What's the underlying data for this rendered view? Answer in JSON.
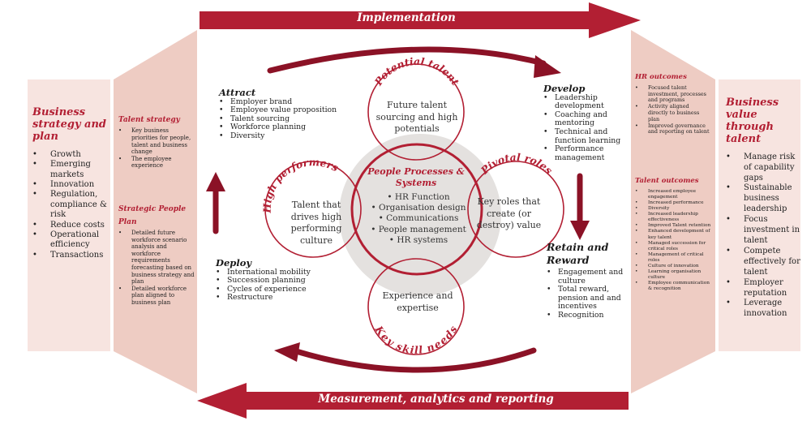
{
  "colors": {
    "brand_red": "#b21f33",
    "dark_red": "#8b1226",
    "panel_light": "#f7e4e0",
    "panel_mid": "#eeccc3",
    "center_grey": "#e4e1df"
  },
  "arrows": {
    "top": "Implementation",
    "bottom": "Measurement, analytics and reporting"
  },
  "business_strategy": {
    "title": "Business strategy and plan",
    "items": [
      "Growth",
      "Emerging markets",
      "Innovation",
      "Regulation, compliance & risk",
      "Reduce costs",
      "Operational efficiency",
      "Transactions"
    ]
  },
  "talent_strategy": {
    "title": "Talent strategy",
    "items": [
      "Key business priorities for people, talent and business change",
      "The employee experience"
    ]
  },
  "strategic_people_plan": {
    "title": "Strategic People Plan",
    "items": [
      "Detailed future workforce scenario analysis and workforce requirements forecasting based on business strategy and plan",
      "Detailed workforce plan aligned to business plan"
    ]
  },
  "attract": {
    "title": "Attract",
    "items": [
      "Employer brand",
      "Employee value proposition",
      "Talent sourcing",
      "Workforce planning",
      "Diversity"
    ]
  },
  "deploy": {
    "title": "Deploy",
    "items": [
      "International mobility",
      "Succession planning",
      "Cycles of experience",
      "Restructure"
    ]
  },
  "develop": {
    "title": "Develop",
    "items": [
      "Leadership development",
      "Coaching and mentoring",
      "Technical and function learning",
      "Performance management"
    ]
  },
  "retain": {
    "title": "Retain and Reward",
    "items": [
      "Engagement and culture",
      "Total reward, pension and and incentives",
      "Recognition"
    ]
  },
  "circles": {
    "potential_talent": {
      "title": "Potential talent",
      "body": "Future talent sourcing and high potentials"
    },
    "high_performers": {
      "title": "High performers",
      "body": "Talent that drives high performing culture"
    },
    "pivotal_roles": {
      "title": "Pivotal roles",
      "body": "Key roles that create (or destroy) value"
    },
    "key_skill_needs": {
      "title": "Key skill needs",
      "body": "Experience and expertise"
    },
    "center": {
      "title": "People Processes & Systems",
      "items": [
        "HR Function",
        "Organisation design",
        "Communications",
        "People management",
        "HR systems"
      ]
    }
  },
  "hr_outcomes": {
    "title": "HR outcomes",
    "items": [
      "Focused talent investment, processes and programs",
      "Activity aligned directly to business plan",
      "Improved governance and reporting on talent"
    ]
  },
  "talent_outcomes": {
    "title": "Talent outcomes",
    "items": [
      "Increased employee engagement",
      "Increased performance",
      "Diversity",
      "Increased leadership effectiveness",
      "Improved Talent retention",
      "Enhanced development of key talent",
      "Managed succession for critical roles",
      "Management of critical roles",
      "Culture of innovation",
      "Learning organisation culture",
      "Employee communication & recognition"
    ]
  },
  "business_value": {
    "title": "Business value through talent",
    "items": [
      "Manage risk of capability gaps",
      "Sustainable business leadership",
      "Focus investment in talent",
      "Compete effectively for talent",
      "Employer reputation",
      "Leverage innovation"
    ]
  }
}
